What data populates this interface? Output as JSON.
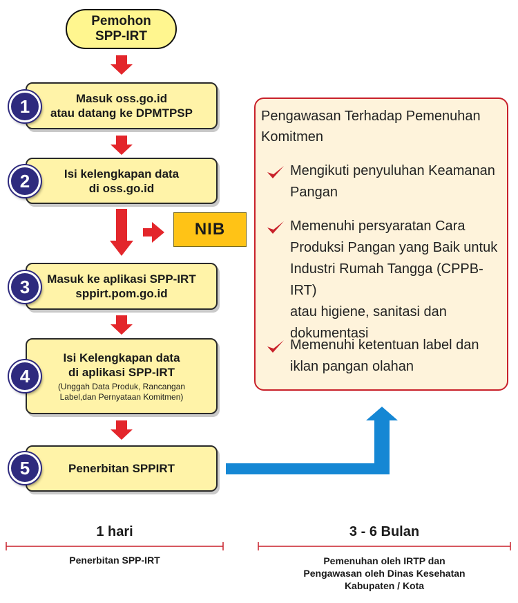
{
  "start": {
    "line1": "Pemohon",
    "line2": "SPP-IRT"
  },
  "steps": [
    {
      "number": "1",
      "line1": "Masuk oss.go.id",
      "line2": "atau datang ke DPMTPSP"
    },
    {
      "number": "2",
      "line1": "Isi kelengkapan data",
      "line2": "di oss.go.id"
    },
    {
      "number": "3",
      "line1": "Masuk ke aplikasi SPP-IRT",
      "line2": "sppirt.pom.go.id"
    },
    {
      "number": "4",
      "line1": "Isi Kelengkapan data",
      "line2": "di aplikasi SPP-IRT",
      "note1": "(Unggah Data Produk, Rancangan",
      "note2": "Label,dan Pernyataan Komitmen)"
    },
    {
      "number": "5",
      "line1": "Penerbitan SPPIRT"
    }
  ],
  "nib": "NIB",
  "panel": {
    "title_line1": "Pengawasan Terhadap Pemenuhan",
    "title_line2": "Komitmen",
    "items": [
      {
        "lines": [
          "Mengikuti penyuluhan Keamanan",
          "Pangan"
        ]
      },
      {
        "lines": [
          "Memenuhi persyaratan Cara",
          "Produksi Pangan yang Baik untuk",
          "Industri Rumah Tangga (CPPB-IRT)",
          "atau higiene, sanitasi dan",
          "dokumentasi"
        ]
      },
      {
        "lines": [
          "Memenuhi ketentuan label dan",
          "iklan pangan olahan"
        ]
      }
    ]
  },
  "timeline": {
    "left": {
      "duration": "1 hari",
      "caption": "Penerbitan SPP-IRT"
    },
    "right": {
      "duration": "3 - 6 Bulan",
      "caption_line1": "Pemenuhan oleh IRTP dan",
      "caption_line2": "Pengawasan oleh Dinas Kesehatan",
      "caption_line3": "Kabupaten / Kota"
    }
  },
  "colors": {
    "arrow_red": "#e3262b",
    "arrow_blue": "#1587d4",
    "circle_navy": "#2e2a7e",
    "box_yellow": "#fff3a8",
    "nib_orange": "#ffc316",
    "panel_border": "#c8202a",
    "panel_fill": "#fef3db",
    "timeline_red": "#c8202a"
  }
}
